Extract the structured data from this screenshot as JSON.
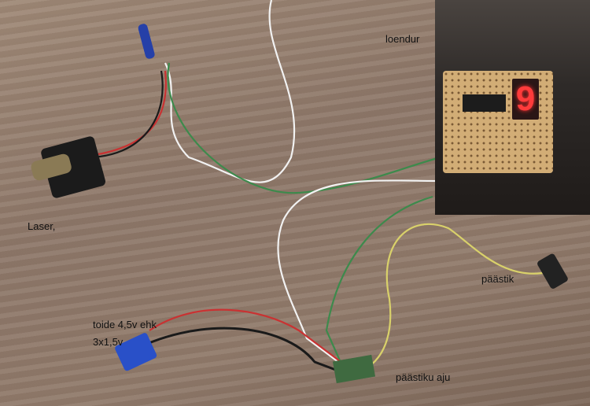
{
  "labels": {
    "loendur": "loendur",
    "laser": "Laser,",
    "paastik": "päästik",
    "toide_line1": "toide 4,5v ehk",
    "toide_line2": "3x1,5v",
    "paastiku_aju": "päästiku aju"
  },
  "inset": {
    "display_digit": "9"
  }
}
